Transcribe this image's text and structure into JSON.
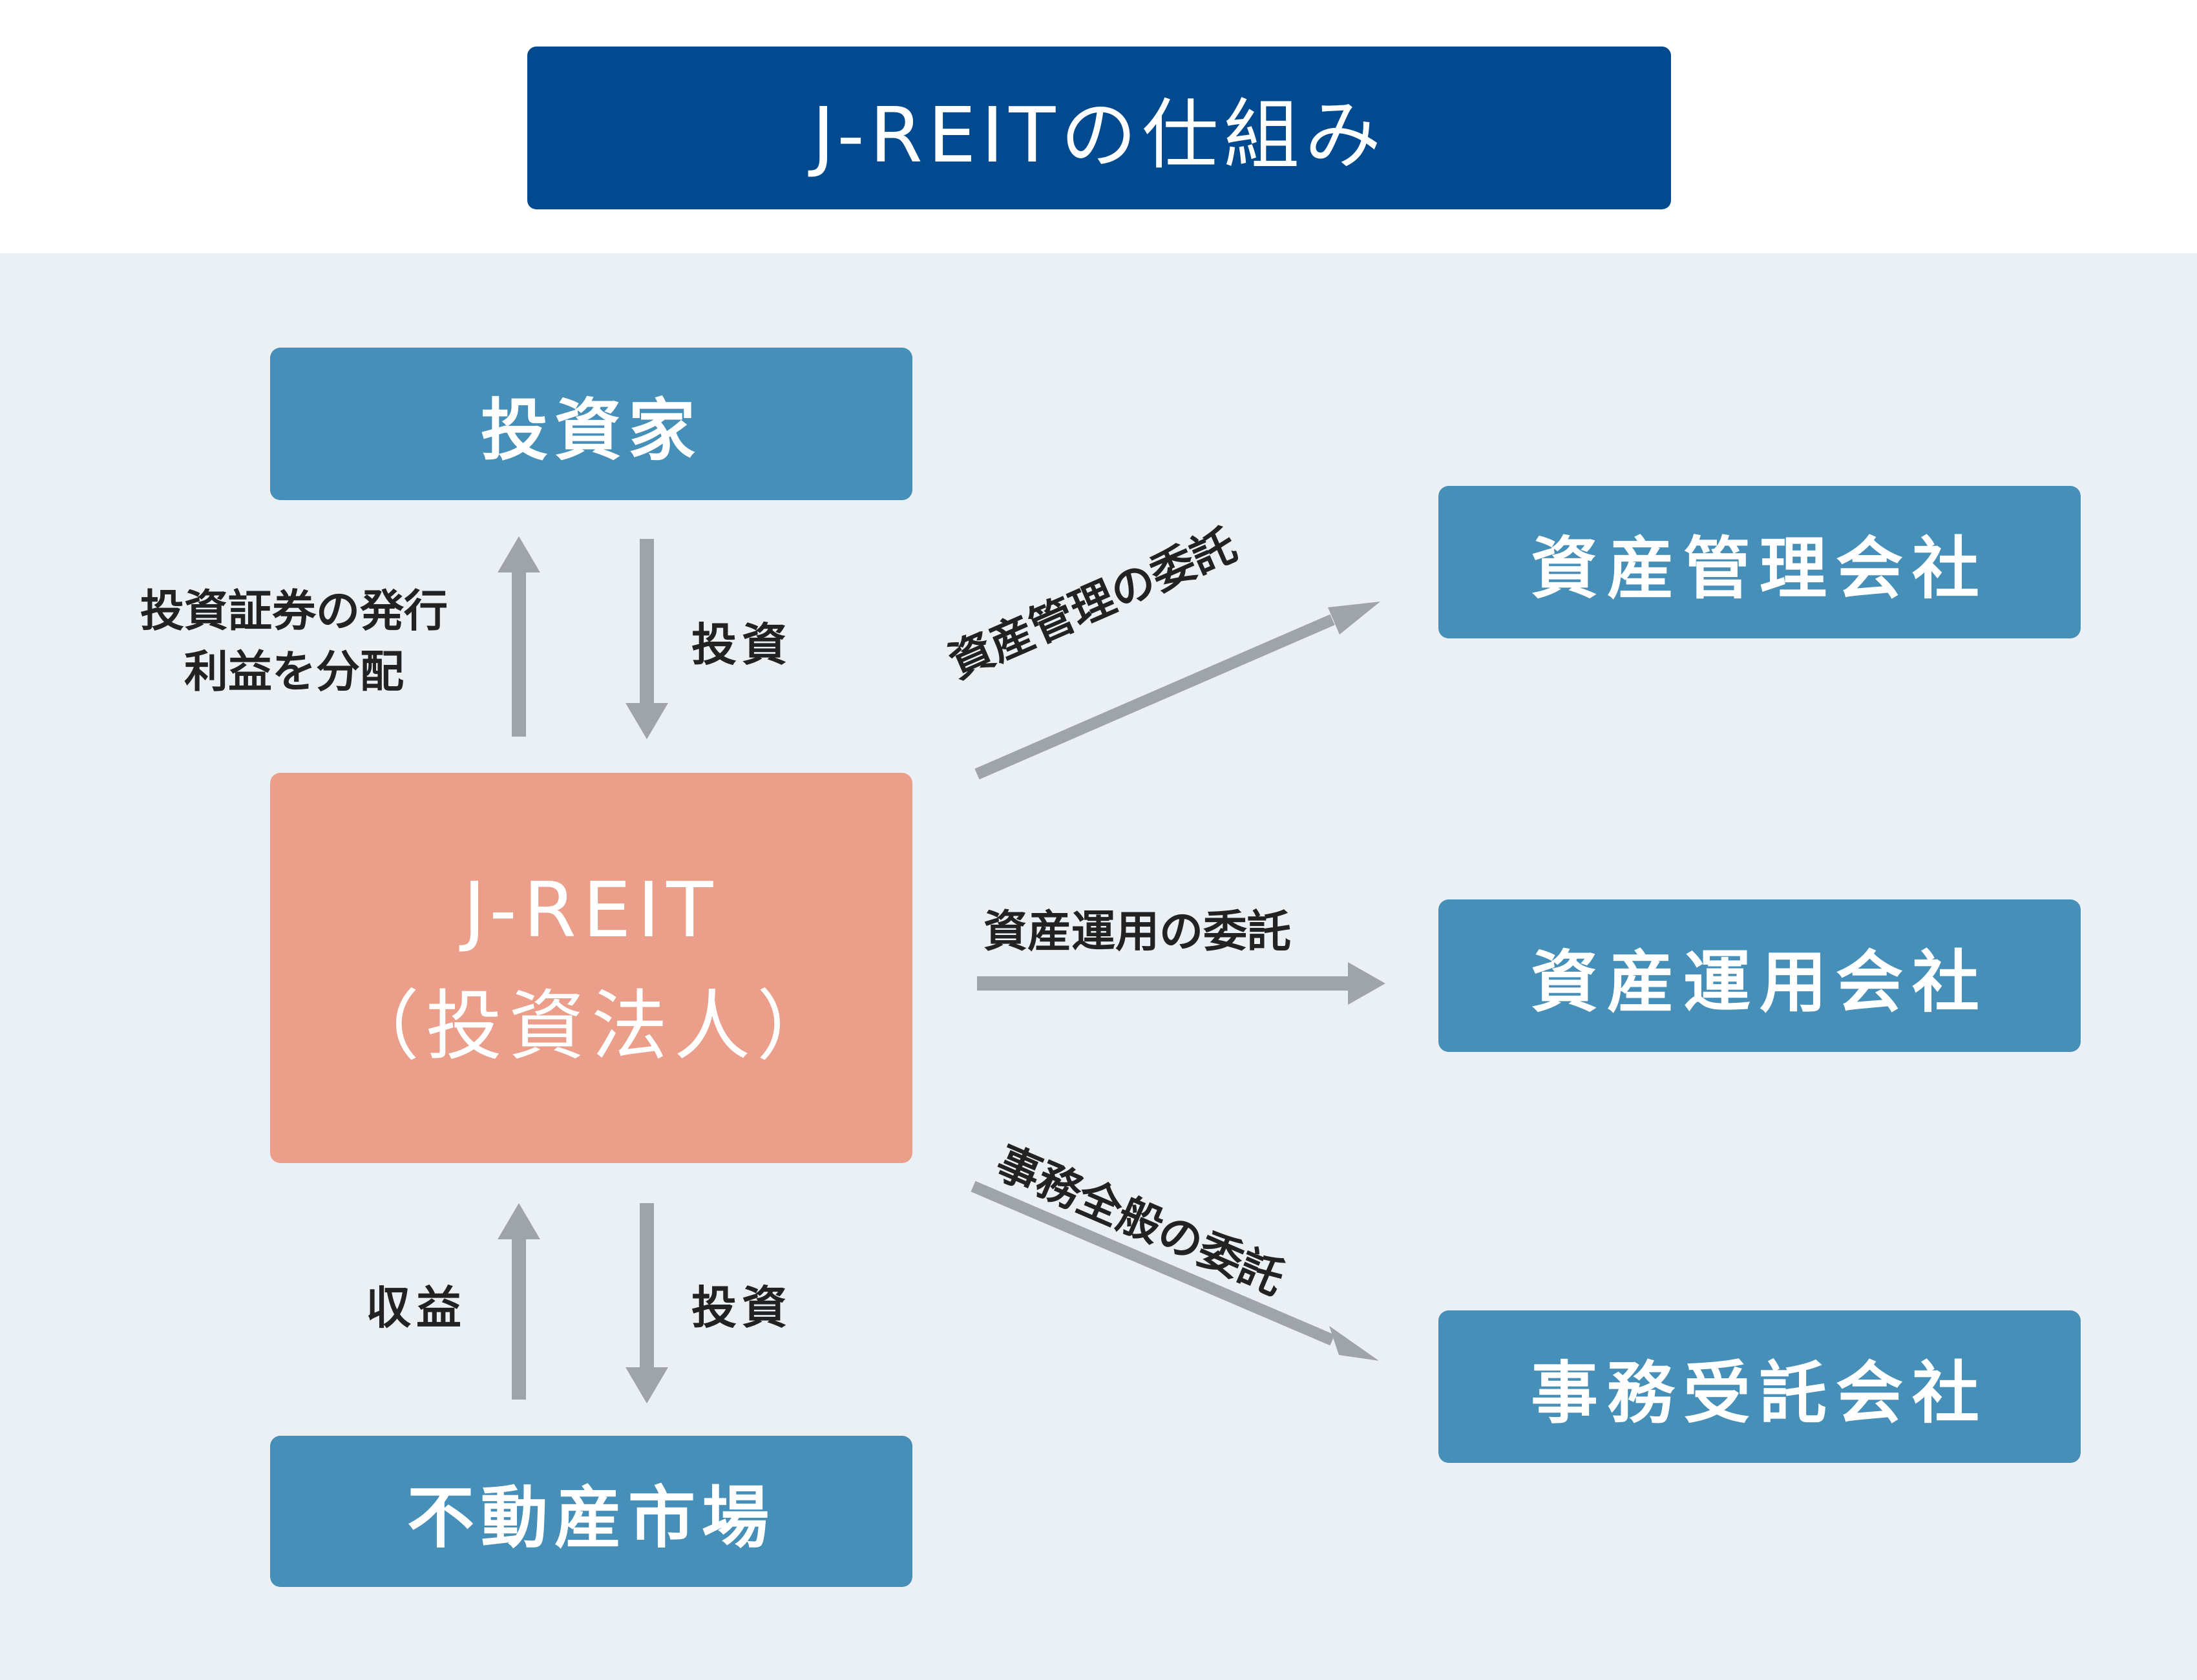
{
  "title": "J-REITの仕組み",
  "nodes": {
    "investor": "投資家",
    "reit_line1": "J-REIT",
    "reit_line2": "（投資法人）",
    "real_estate_market": "不動産市場",
    "asset_custody_company": "資産管理会社",
    "asset_management_company": "資産運用会社",
    "administration_company": "事務受託会社"
  },
  "edges": {
    "issue_and_distribute_line1": "投資証券の発行",
    "issue_and_distribute_line2": "利益を分配",
    "investment_top": "投資",
    "revenue": "収益",
    "investment_bottom": "投資",
    "asset_custody_outsourcing": "資産管理の委託",
    "asset_management_outsourcing": "資産運用の委託",
    "administration_outsourcing": "事務全般の委託"
  },
  "colors": {
    "title_bg": "#024a8f",
    "panel_bg": "#ebf0f5",
    "node_blue": "#468fb9",
    "node_reit": "#eb9e8a",
    "arrow": "#9fa4a9",
    "label_text": "#222222"
  }
}
